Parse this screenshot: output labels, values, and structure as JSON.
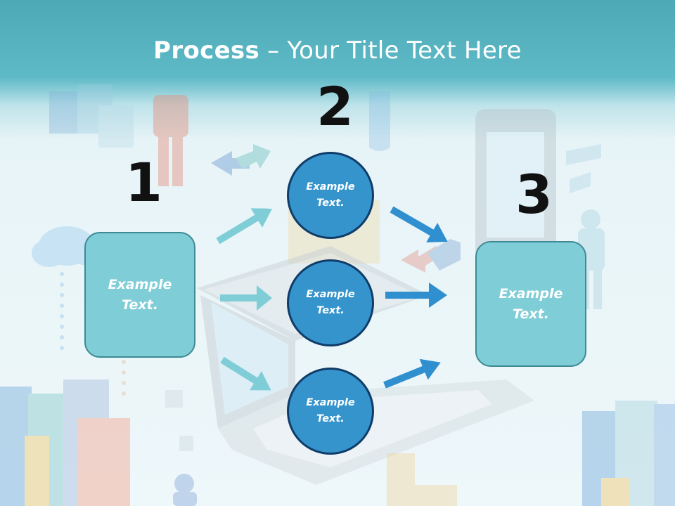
{
  "slide": {
    "title_bold": "Process",
    "title_sep": " – ",
    "title_rest": "Your Title Text Here"
  },
  "steps": {
    "step1": {
      "number": "1",
      "text_line1": "Example",
      "text_line2": "Text."
    },
    "step2": {
      "number": "2",
      "circles": [
        {
          "line1": "Example",
          "line2": "Text."
        },
        {
          "line1": "Example",
          "line2": "Text."
        },
        {
          "line1": "Example",
          "line2": "Text."
        }
      ]
    },
    "step3": {
      "number": "3",
      "text_line1": "Example",
      "text_line2": "Text."
    }
  },
  "colors": {
    "box_fill": "#7fcdd6",
    "box_border": "#3d8a95",
    "circle_fill": "#3594cc",
    "circle_border": "#0f3c68",
    "arrow_light": "#7fcdd6",
    "arrow_dark": "#2f8fcf",
    "header": "#4ea9b6"
  }
}
